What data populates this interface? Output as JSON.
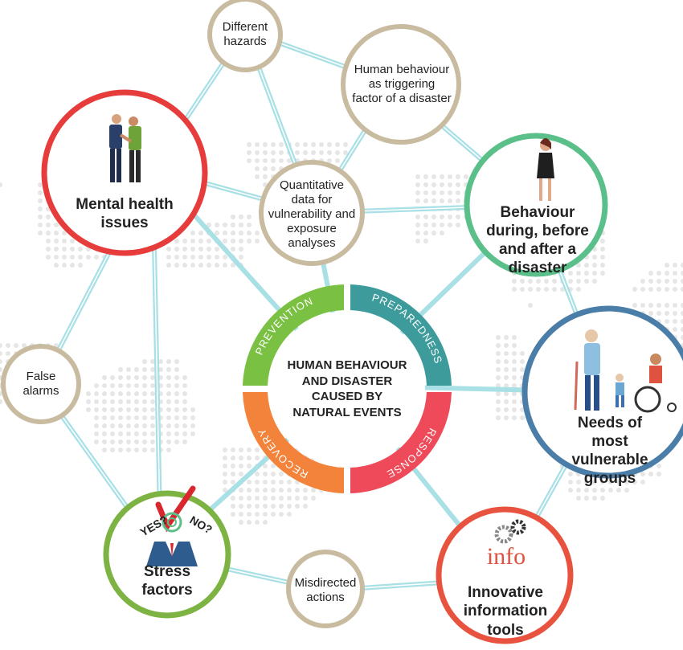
{
  "center": {
    "title_lines": [
      "HUMAN BEHAVIOUR",
      "AND DISASTER",
      "CAUSED BY",
      "NATURAL EVENTS"
    ],
    "segments": [
      {
        "label": "PREVENTION",
        "color": "#7ac143"
      },
      {
        "label": "PREPAREDNESS",
        "color": "#3e9b9b"
      },
      {
        "label": "RESPONSE",
        "color": "#ee4a5a"
      },
      {
        "label": "RECOVERY",
        "color": "#f3833a"
      }
    ]
  },
  "nodes": {
    "different_hazards": "Different hazards",
    "human_behaviour_trigger": "Human behaviour as triggering factor of a disaster",
    "quantitative_data": "Quantitative data for vulnerability and exposure analyses",
    "false_alarms": "False alarms",
    "misdirected_actions": "Misdirected actions",
    "mental_health": "Mental health issues",
    "behaviour_during": "Behaviour during, before and after a disaster",
    "needs_vulnerable": "Needs of most vulnerable groups",
    "stress_factors": "Stress factors",
    "innovative_tools": "Innovative information tools"
  },
  "icons": {
    "stress_yes": "YES?",
    "stress_no": "NO?",
    "info_word": "info"
  },
  "colors": {
    "mental_health": "#e63c3c",
    "behaviour_during": "#5bbf8a",
    "needs_vulnerable": "#4a7ea8",
    "stress_factors": "#7cb342",
    "innovative_tools": "#e8533f",
    "small_node": "#c8bba0",
    "connector": "#a8e0e6"
  }
}
